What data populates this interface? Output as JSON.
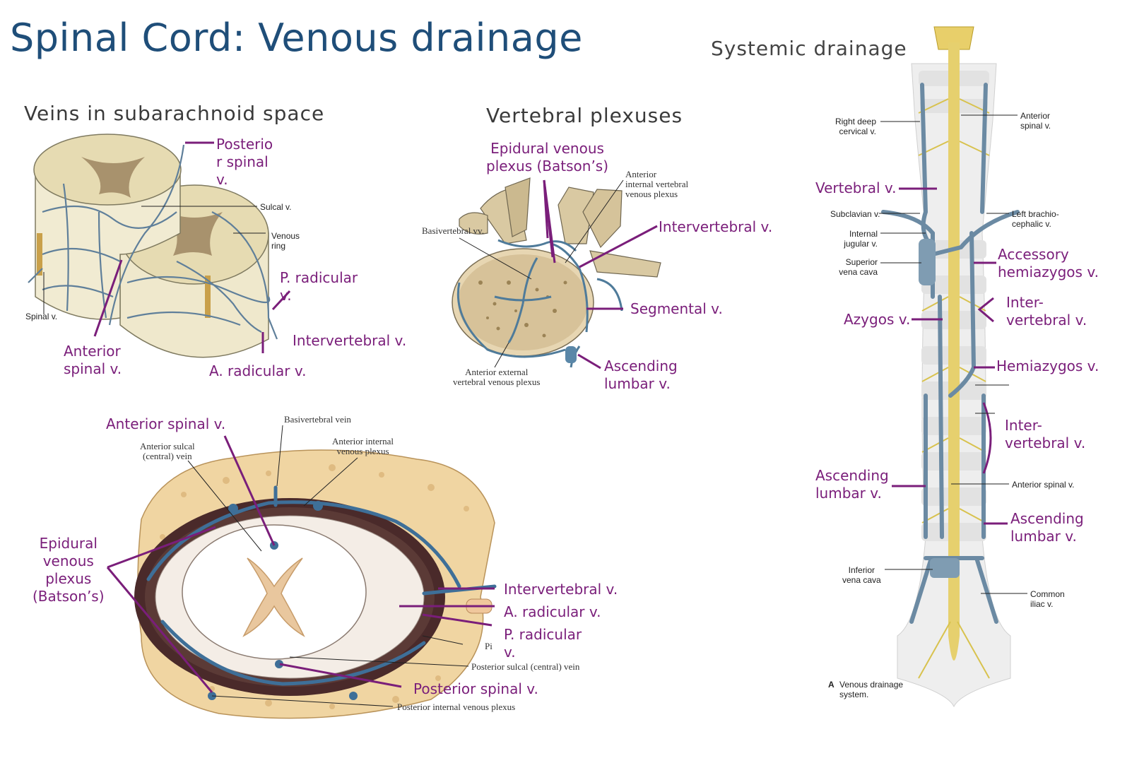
{
  "title": "Spinal Cord: Venous drainage",
  "sections": {
    "subarachnoid": "Veins in subarachnoid space",
    "plexuses": "Vertebral plexuses",
    "systemic": "Systemic drainage"
  },
  "cord_figure": {
    "callouts": {
      "posterior_spinal": "Posterio\nr spinal\nv.",
      "p_radicular": "P. radicular\nv.",
      "intervertebral": "Intervertebral v.",
      "a_radicular": "A. radicular v.",
      "anterior_spinal": "Anterior\nspinal v."
    },
    "small_labels": {
      "sulcal": "Sulcal v.",
      "venous_ring": "Venous\nring",
      "spinal": "Spinal v."
    }
  },
  "vertebra_figure": {
    "callouts": {
      "epidural": "Epidural venous\nplexus (Batson’s)",
      "intervertebral": "Intervertebral v.",
      "segmental": "Segmental v.",
      "ascending_lumbar": "Ascending\nlumbar v."
    },
    "small_labels": {
      "anterior_internal": "Anterior\ninternal vertebral\nvenous plexus",
      "basivertebral": "Basivertebral vv.",
      "anterior_external": "Anterior external\nvertebral venous plexus"
    }
  },
  "cross_section_figure": {
    "callouts": {
      "anterior_spinal": "Anterior spinal v.",
      "epidural": "Epidural\nvenous\nplexus\n(Batson’s)",
      "intervertebral": "Intervertebral v.",
      "a_radicular": "A. radicular v.",
      "p_radicular": "P. radicular\nv.",
      "posterior_spinal": "Posterior spinal v."
    },
    "small_labels": {
      "basivertebral": "Basivertebral vein",
      "anterior_sulcal": "Anterior sulcal\n(central) vein",
      "anterior_internal": "Anterior internal\nvenous plexus",
      "pi": "Pi",
      "posterior_sulcal": "Posterior sulcal (central) vein",
      "posterior_internal": "Posterior internal venous plexus"
    }
  },
  "systemic_figure": {
    "callouts": {
      "vertebral": "Vertebral v.",
      "accessory_hemiazygos": "Accessory\nhemiazygos v.",
      "azygos": "Azygos v.",
      "intervertebral_upper": "Inter-\nvertebral v.",
      "hemiazygos": "Hemiazygos v.",
      "intervertebral_lower": "Inter-\nvertebral v.",
      "ascending_lumbar_left": "Ascending\nlumbar v.",
      "ascending_lumbar_right": "Ascending\nlumbar v."
    },
    "small_labels": {
      "right_deep_cervical": "Right deep\ncervical v.",
      "anterior_spinal_top": "Anterior\nspinal v.",
      "subclavian": "Subclavian v.",
      "left_brachiocephalic": "Left brachio-\ncephalic v.",
      "internal_jugular": "Internal\njugular v.",
      "superior_vena_cava": "Superior\nvena cava",
      "anterior_spinal_mid": "Anterior spinal v.",
      "inferior_vena_cava": "Inferior\nvena cava",
      "common_iliac": "Common\niliac v.",
      "caption_letter": "A",
      "caption": "Venous drainage\nsystem."
    }
  }
}
